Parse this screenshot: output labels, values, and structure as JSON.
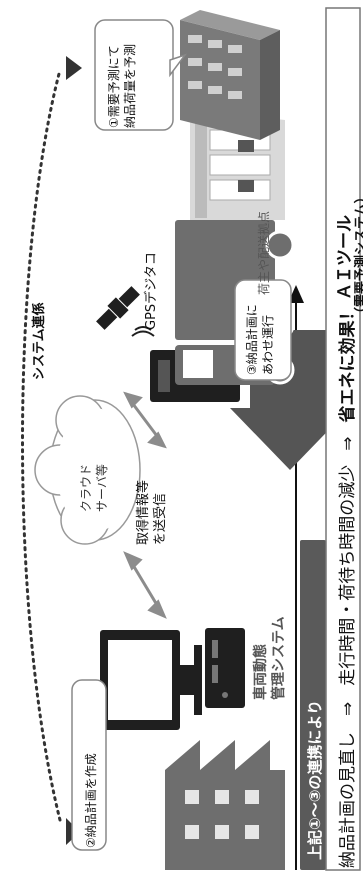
{
  "diagram": {
    "title_box": {
      "line1": "ＡＩツール",
      "line2": "（需要予測システム）"
    },
    "callouts": {
      "demand_forecast": "①需要予測にて\n納品荷量を予測",
      "create_plan": "②納品計画を作成",
      "delivery_plan_run": "③納品計画に\nあわせ運行"
    },
    "labels": {
      "system_link": "システム連係",
      "cloud": "クラウド\nサーバ等",
      "data_exchange": "取得情報等\nを送受信",
      "gps": "GPSデジタコ",
      "vehicle_system": "車両動態\n管理システム",
      "warehouse": "荷主や配送拠点"
    },
    "bottom": {
      "header": "上記①～③の連携により",
      "line_left": "納品計画の見直し",
      "arrow1": "⇒",
      "line_mid": "走行時間・荷待ち時間の減少",
      "arrow2": "⇒",
      "line_right": "省エネに効果！"
    },
    "colors": {
      "dark_gray": "#5a5a5a",
      "mid_gray": "#8c8c8c",
      "light_gray": "#d9d9d9",
      "black": "#1a1a1a"
    }
  }
}
